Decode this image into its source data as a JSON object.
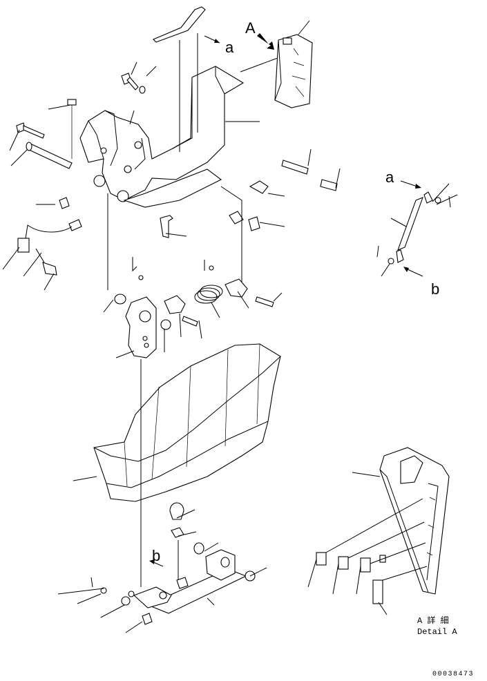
{
  "detail_a": {
    "arrow_letter": "A",
    "title_jp": "A 詳 細",
    "title_en": "Detail A"
  },
  "callouts": {
    "a_top": "a",
    "a_right": "a",
    "b_right": "b",
    "b_bottom": "b"
  },
  "drawing_number": "00038473"
}
